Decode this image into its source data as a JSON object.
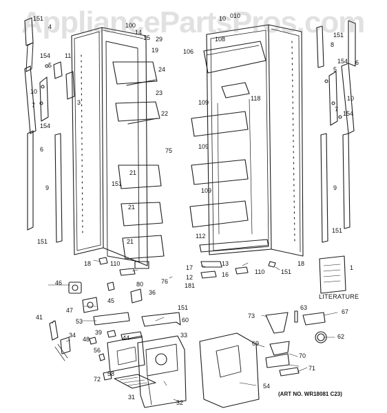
{
  "watermark": "AppliancePartsPros.com",
  "literature_label": "LITERATURE",
  "art_number": "(ART NO. WR18081 C23)",
  "labels": [
    {
      "id": "151-tl",
      "text": "151"
    },
    {
      "id": "4-tl",
      "text": "4"
    },
    {
      "id": "11",
      "text": "11"
    },
    {
      "id": "154-l",
      "text": "154"
    },
    {
      "id": "5-l",
      "text": "5"
    },
    {
      "id": "10-l",
      "text": "10"
    },
    {
      "id": "7-l",
      "text": "7"
    },
    {
      "id": "154-l2",
      "text": "154"
    },
    {
      "id": "3",
      "text": "3"
    },
    {
      "id": "6-l",
      "text": "6"
    },
    {
      "id": "9-l",
      "text": "9"
    },
    {
      "id": "151-l",
      "text": "151"
    },
    {
      "id": "18-l",
      "text": "18"
    },
    {
      "id": "100",
      "text": "100"
    },
    {
      "id": "14",
      "text": "14"
    },
    {
      "id": "15",
      "text": "15"
    },
    {
      "id": "29",
      "text": "29"
    },
    {
      "id": "19",
      "text": "19"
    },
    {
      "id": "24",
      "text": "24"
    },
    {
      "id": "23",
      "text": "23"
    },
    {
      "id": "22",
      "text": "22"
    },
    {
      "id": "75",
      "text": "75"
    },
    {
      "id": "21-a",
      "text": "21"
    },
    {
      "id": "151-m",
      "text": "151"
    },
    {
      "id": "21-b",
      "text": "21"
    },
    {
      "id": "21-c",
      "text": "21"
    },
    {
      "id": "110-l",
      "text": "110"
    },
    {
      "id": "80",
      "text": "80"
    },
    {
      "id": "76",
      "text": "76"
    },
    {
      "id": "10-t",
      "text": "10"
    },
    {
      "id": "010",
      "text": "010"
    },
    {
      "id": "108",
      "text": "108"
    },
    {
      "id": "106",
      "text": "106"
    },
    {
      "id": "118",
      "text": "118"
    },
    {
      "id": "109-a",
      "text": "109"
    },
    {
      "id": "109-b",
      "text": "109"
    },
    {
      "id": "109-c",
      "text": "109"
    },
    {
      "id": "112",
      "text": "112"
    },
    {
      "id": "13",
      "text": "13"
    },
    {
      "id": "17",
      "text": "17"
    },
    {
      "id": "16",
      "text": "16"
    },
    {
      "id": "12",
      "text": "12"
    },
    {
      "id": "181",
      "text": "181"
    },
    {
      "id": "110-r",
      "text": "110"
    },
    {
      "id": "151-rb",
      "text": "151"
    },
    {
      "id": "18-r",
      "text": "18"
    },
    {
      "id": "151-tr",
      "text": "151"
    },
    {
      "id": "8",
      "text": "8"
    },
    {
      "id": "6-r",
      "text": "6"
    },
    {
      "id": "154-r",
      "text": "154"
    },
    {
      "id": "5-r",
      "text": "5"
    },
    {
      "id": "10-r",
      "text": "10"
    },
    {
      "id": "7-r",
      "text": "7"
    },
    {
      "id": "154-r2",
      "text": "154"
    },
    {
      "id": "9-r",
      "text": "9"
    },
    {
      "id": "151-r",
      "text": "151"
    },
    {
      "id": "1",
      "text": "1"
    },
    {
      "id": "46",
      "text": "46"
    },
    {
      "id": "45",
      "text": "45"
    },
    {
      "id": "36",
      "text": "36"
    },
    {
      "id": "47",
      "text": "47"
    },
    {
      "id": "151-c",
      "text": "151"
    },
    {
      "id": "53",
      "text": "53"
    },
    {
      "id": "60",
      "text": "60"
    },
    {
      "id": "41",
      "text": "41"
    },
    {
      "id": "39",
      "text": "39"
    },
    {
      "id": "44",
      "text": "44"
    },
    {
      "id": "33",
      "text": "33"
    },
    {
      "id": "34",
      "text": "34"
    },
    {
      "id": "48",
      "text": "48"
    },
    {
      "id": "56",
      "text": "56"
    },
    {
      "id": "58",
      "text": "58"
    },
    {
      "id": "72",
      "text": "72"
    },
    {
      "id": "31",
      "text": "31"
    },
    {
      "id": "32",
      "text": "32"
    },
    {
      "id": "54",
      "text": "54"
    },
    {
      "id": "73",
      "text": "73"
    },
    {
      "id": "63",
      "text": "63"
    },
    {
      "id": "67",
      "text": "67"
    },
    {
      "id": "62",
      "text": "62"
    },
    {
      "id": "69",
      "text": "69"
    },
    {
      "id": "70",
      "text": "70"
    },
    {
      "id": "71",
      "text": "71"
    }
  ]
}
